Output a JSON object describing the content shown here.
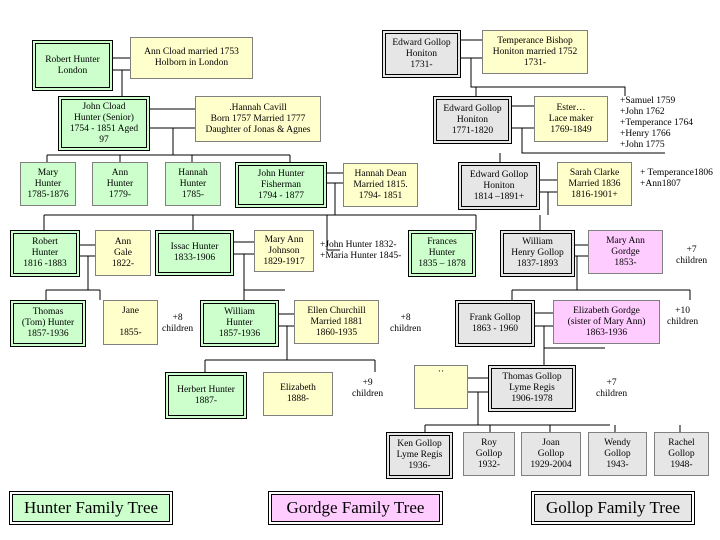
{
  "people": {
    "robert_hunter_london": "Robert Hunter\nLondon",
    "ann_cload": "Ann Cload married 1753\nHolborn in London",
    "john_cload_hunter": "John Cload\nHunter (Senior)\n1754 - 1851 Aged 97",
    "hannah_cavill": ".Hannah Cavill\nBorn 1757 Married 1777\nDaughter of Jonas & Agnes",
    "mary_hunter": "Mary\nHunter\n1785-1876",
    "ann_hunter": "Ann\nHunter\n1779-",
    "hannah_hunter": "Hannah\nHunter\n1785-",
    "john_hunter_fisherman": "John Hunter\nFisherman\n1794 - 1877",
    "hannah_dean": "Hannah Dean\nMarried 1815.\n1794- 1851",
    "robert_hunter_1816": "Robert\nHunter\n1816 -1883",
    "ann_gale": "Ann\nGale\n1822-",
    "issac_hunter": "Issac Hunter\n1833-1906",
    "mary_ann_johnson": "Mary Ann\nJohnson\n1829-1917",
    "frances_hunter": "Frances\nHunter\n1835 – 1878",
    "thomas_tom_hunter": "Thomas\n(Tom) Hunter\n1857-1936",
    "jane": "Jane\n\n1855-",
    "william_hunter": "William\nHunter\n1857-1936",
    "ellen_churchill": "Ellen Churchill\nMarried 1881\n1860-1935",
    "herbert_hunter": "Herbert Hunter\n1887-",
    "elizabeth_1888": "Elizabeth\n1888-",
    "edward_gollop_1731": "Edward Gollop\nHoniton\n1731-",
    "temperance_bishop": "Temperance Bishop\nHoniton married 1752\n1731-",
    "edward_gollop_1771": "Edward Gollop\nHoniton\n1771-1820",
    "ester": "Ester…\nLace maker\n1769-1849",
    "edward_gollop_1814": "Edward Gollop\nHoniton\n1814 –1891+",
    "sarah_clarke": "Sarah Clarke\nMarried 1836\n1816-1901+",
    "william_henry_gollop": "William\nHenry Gollop\n1837-1893",
    "mary_ann_gordge": "Mary Ann\nGordge\n1853-",
    "frank_gollop": "Frank Gollop\n1863 - 1960",
    "elizabeth_gordge": "Elizabeth Gordge\n(sister of  Mary Ann)\n1863-1936",
    "unknown_spouse": "··",
    "thomas_gollop": "Thomas Gollop\nLyme Regis\n1906-1978",
    "ken_gollop": "Ken Gollop\nLyme Regis\n1936-",
    "roy_gollop": "Roy\nGollop\n1932-",
    "joan_gollop": "Joan\nGollop\n1929-2004",
    "wendy_gollop": "Wendy\nGollop\n1943-",
    "rachel_gollop": "Rachel\nGollop\n1948-"
  },
  "notes": {
    "gollop_1731_siblings": "+Samuel 1759\n+John 1762\n+Temperance 1764\n+Henry 1766\n+John 1775",
    "gollop_1771_siblings": "+ Temperance1806\n+Ann1807",
    "john_hunter_children": "+John Hunter 1832-\n+Maria Hunter 1845-",
    "gollop_7_children_a": "+7\nchildren",
    "robert_8_children": "+8\nchildren",
    "william_8_children": "+8\nchildren",
    "frank_10_children": "+10\nchildren",
    "herbert_9_children": "+9\nchildren",
    "thomas_7_children": "+7\nchildren"
  },
  "legend": {
    "hunter": "Hunter Family Tree",
    "gordge": "Gordge Family Tree",
    "gollop": "Gollop Family Tree"
  },
  "colors": {
    "hunter": "#ccffcc",
    "spouse": "#ffffcc",
    "gollop": "#e6e6e6",
    "gordge": "#ffccff"
  }
}
